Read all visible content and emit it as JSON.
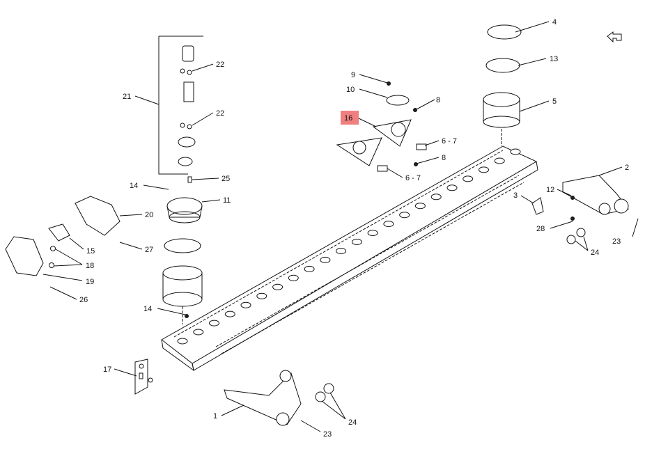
{
  "diagram": {
    "highlight_color": "#f08080",
    "highlighted_callout": "16",
    "nav_icon": "return-arrow-icon",
    "callouts": {
      "c1": "1",
      "c2": "2",
      "c3": "3",
      "c4": "4",
      "c5": "5",
      "c6a": "6 - 7",
      "c6b": "6 - 7",
      "c8a": "8",
      "c8b": "8",
      "c9": "9",
      "c10": "10",
      "c11": "11",
      "c12": "12",
      "c13": "13",
      "c14a": "14",
      "c14b": "14",
      "c15": "15",
      "c16": "16",
      "c17": "17",
      "c18": "18",
      "c19": "19",
      "c20": "20",
      "c21": "21",
      "c22a": "22",
      "c22b": "22",
      "c23a": "23",
      "c23b": "23",
      "c24a": "24",
      "c24b": "24",
      "c25": "25",
      "c26": "26",
      "c27": "27",
      "c28": "28"
    }
  }
}
